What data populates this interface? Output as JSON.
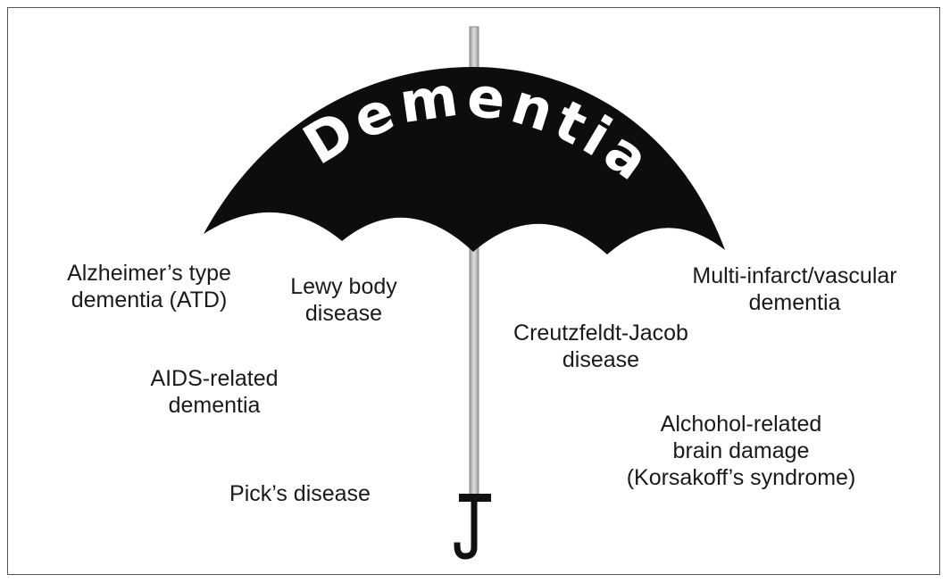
{
  "diagram": {
    "title": "Dementia",
    "colors": {
      "canopy": "#0d0d0d",
      "shaft": "#c8c8c8",
      "shaft_edge": "#8a8a8a",
      "handle": "#111111",
      "title_text": "#ffffff",
      "label_text": "#1a1a1a",
      "frame": "#555555"
    },
    "labels": [
      {
        "id": "alzheimers",
        "text": "Alzheimer’s type\ndementia (ATD)"
      },
      {
        "id": "lewy",
        "text": "Lewy body\ndisease"
      },
      {
        "id": "aids",
        "text": "AIDS-related\ndementia"
      },
      {
        "id": "picks",
        "text": "Pick’s disease"
      },
      {
        "id": "cjd",
        "text": "Creutzfeldt-Jacob\ndisease"
      },
      {
        "id": "multi_infarct",
        "text": "Multi-infarct/vascular\ndementia"
      },
      {
        "id": "alcohol",
        "text": "Alchohol-related\nbrain damage\n(Korsakoff’s syndrome)"
      }
    ]
  }
}
